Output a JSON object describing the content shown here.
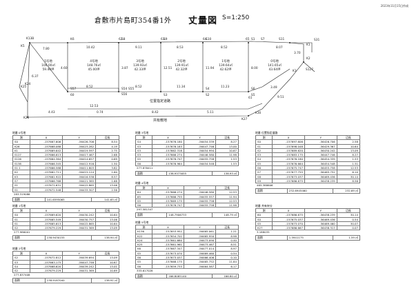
{
  "header": {
    "date_stamp": "2023年11月15日作成",
    "title": "倉敷市片島町354番1外",
    "doc_type": "丈量図",
    "scale": "S=1:250"
  },
  "plan": {
    "lots": [
      {
        "name": "5号地",
        "area": "106.00㎡",
        "area_sq": "59.40坪"
      },
      {
        "name": "4号地",
        "area": "148.76㎡",
        "area_sq": "45.00坪"
      },
      {
        "name": "3号地",
        "area": "139.93㎡",
        "area_sq": "42.33坪"
      },
      {
        "name": "2号地",
        "area": "139.91㎡",
        "area_sq": "42.32坪"
      },
      {
        "name": "1号地",
        "area": "139.64㎡",
        "area_sq": "42.62坪"
      },
      {
        "name": "0号地",
        "area": "141.65㎡",
        "area_sq": "43.64坪"
      }
    ],
    "road_label": "位置指定道路",
    "lower_label": "共有敷地",
    "point_labels": [
      "K13B",
      "K5",
      "K1",
      "K2",
      "K3",
      "K25",
      "K24",
      "K26",
      "K6",
      "K27",
      "K30",
      "S1",
      "S7",
      "S8",
      "S9",
      "S10",
      "S11",
      "S31",
      "S127",
      "S54",
      "S55",
      "S56",
      "S57",
      "S3",
      "S2",
      "S5",
      "S6",
      "S4",
      "62",
      "63",
      "64",
      "65",
      "61",
      "60"
    ],
    "edge_labels": [
      "7.80",
      "10.42",
      "9.11",
      "8.53",
      "8.52",
      "8.52",
      "8.52",
      "11.34",
      "11.23",
      "8.07",
      "3.87",
      "12.51",
      "11.94",
      "8.00",
      "3.70",
      "4.60",
      "6.37",
      "4.43",
      "0.74",
      "8.42",
      "5.11",
      "3.49",
      "9.51",
      "12.53"
    ]
  },
  "tables": [
    {
      "title": "地番 0号地",
      "header": [
        "測",
        "X",
        "Y",
        "辺長"
      ],
      "rows": [
        [
          "S0",
          "-157667.606",
          "-56426.706",
          "8.54"
        ],
        [
          "K26",
          "-157668.088",
          "-56423.282",
          "4.19"
        ],
        [
          "K1",
          "-157669.642",
          "-56419.597",
          "2.75"
        ],
        [
          "S127",
          "-157666.613",
          "-56417.467",
          "2.68"
        ],
        [
          "S126",
          "-157664.364",
          "-56414.657",
          "0.69"
        ],
        [
          "S138",
          "-157666.345",
          "-56412.916",
          "1.50"
        ],
        [
          "S1 1",
          "-157666.588",
          "-56411.803",
          "3.82"
        ],
        [
          "K2",
          "-157662.711",
          "-56415.124",
          "1.60"
        ],
        [
          "K3",
          "-157661.922",
          "-56416.538",
          "8.57"
        ],
        [
          "S7",
          "-157666.768",
          "-56421.385",
          "1.68"
        ],
        [
          "S1",
          "-157671.631",
          "-56422.865",
          "13.06"
        ],
        [
          "S1",
          "-157672.548",
          "-56433.307",
          "2.56"
        ]
      ],
      "sums": [
        "283.319086",
        "141.6595065"
      ],
      "area_label": "面積",
      "area_value": "141.65 ㎡"
    },
    {
      "title": "地番 1号地",
      "header": [
        "測",
        "X",
        "Y",
        "辺長"
      ],
      "rows": [
        [
          "S0",
          "-157669.620",
          "-56430.242",
          "10.64"
        ],
        [
          "S1",
          "-157665.549",
          "-56430.757",
          "13.06"
        ],
        [
          "S1",
          "-157665.613",
          "-56422.865",
          "10.64"
        ],
        [
          "S2",
          "-157679.229",
          "-56431.369",
          "13.09"
        ]
      ],
      "sums": [
        "277.986001",
        "138.9430155"
      ],
      "area_label": "面積",
      "area_value": "138.94 ㎡"
    },
    {
      "title": "地番 2号地",
      "header": [
        "測",
        "X",
        "Y",
        "辺長"
      ],
      "rows": [
        [
          "S2",
          "-157672.812",
          "-56439.694",
          "13.09"
        ],
        [
          "S3",
          "-157663.175",
          "-56447.746",
          "10.67"
        ],
        [
          "S4",
          "-157668.620",
          "-56439.242",
          "13.01"
        ],
        [
          "S2",
          "-157679.229",
          "-56431.369",
          "10.69"
        ]
      ],
      "sums": [
        "277.837408",
        "138.9187040"
      ],
      "area_label": "面積",
      "area_value": "138.91 ㎡"
    },
    {
      "title": "地番 3号地",
      "header": [
        "測",
        "X",
        "Y",
        "辺長"
      ],
      "rows": [
        [
          "S4",
          "-157676.180",
          "-56454.339",
          "8.27"
        ],
        [
          "S3",
          "-157676.183",
          "-56447.746",
          "13.00"
        ],
        [
          "S3",
          "-157662.318",
          "-56454.994",
          "10.67"
        ],
        [
          "S3",
          "-157666.274",
          "-56446.580",
          "11.98"
        ],
        [
          "S5",
          "-157676.747",
          "-56455.758",
          "1.53"
        ],
        [
          "S6",
          "-157676.964",
          "-56454.548",
          "1.53"
        ]
      ],
      "sums": [
        "277.878411",
        "138.9373055"
      ],
      "area_label": "面積",
      "area_value": "138.93 ㎡"
    },
    {
      "title": "地番 4号地",
      "header": [
        "測",
        "X",
        "Y",
        "辺長"
      ],
      "rows": [
        [
          "64",
          "-157666.274",
          "-56446.580",
          "12.53"
        ],
        [
          "65",
          "-157666.755",
          "-56455.557",
          "11.94"
        ],
        [
          "S5",
          "-157669.175",
          "-56455.758",
          "12.53"
        ],
        [
          "S6",
          "-157676.747",
          "-56455.758",
          "11.98"
        ]
      ],
      "sums": [
        "297.581347",
        "148.7906733"
      ],
      "area_label": "面積",
      "area_value": "148.79 ㎡"
    },
    {
      "title": "地番 5号地",
      "header": [
        "測",
        "X",
        "Y",
        "辺長"
      ],
      "rows": [
        [
          "K136",
          "-157653.952",
          "-56465.061",
          "1.21"
        ],
        [
          "K22",
          "-157654.701",
          "-56465.950",
          "8.98"
        ],
        [
          "K24",
          "-157661.680",
          "-56473.090",
          "0.40"
        ],
        [
          "K25",
          "-157661.961",
          "-56473.467",
          "8.51"
        ],
        [
          "K6",
          "-157667.347",
          "-56477.014",
          "8.97"
        ],
        [
          "S5",
          "-157673.070",
          "-56469.460",
          "0.54"
        ],
        [
          "S6",
          "-157673.037",
          "-56466.406",
          "0.10"
        ],
        [
          "S5",
          "-157668.175",
          "-56465.752",
          "11.84"
        ],
        [
          "S6",
          "-157659.733",
          "-56464.587",
          "6.17"
        ]
      ],
      "sums": [
        "333.617028",
        "166.8085140"
      ],
      "area_label": "面積",
      "area_value": "166.80 ㎡"
    },
    {
      "title": "地番 位置指定道路",
      "header": [
        "測",
        "X",
        "Y",
        "辺長"
      ],
      "rows": [
        [
          "S0",
          "-157697.606",
          "-56426.706",
          "2.58"
        ],
        [
          "S1",
          "-157698.048",
          "-56429.367",
          "10.64"
        ],
        [
          "S2",
          "-157689.620",
          "-56430.242",
          "13.09"
        ],
        [
          "S3",
          "-157683.175",
          "-56447.746",
          "8.27"
        ],
        [
          "S4",
          "-157676.180",
          "-56454.339",
          "1.53"
        ],
        [
          "S5",
          "-157676.664",
          "-56454.548",
          "1.51"
        ],
        [
          "S6",
          "-157675.747",
          "-56455.758",
          "12.53"
        ],
        [
          "S7",
          "-157677.755",
          "-56465.752",
          "6.10"
        ],
        [
          "S8",
          "-157673.037",
          "-56469.436",
          "30.14"
        ],
        [
          "S9",
          "-157686.675",
          "-56438.239",
          "8.56"
        ]
      ],
      "sums": [
        "465.388606",
        "232.6945460"
      ],
      "area_label": "面積",
      "area_value": "232.69 ㎡"
    },
    {
      "title": "地番 共有持分",
      "header": [
        "測",
        "X",
        "Y",
        "辺長"
      ],
      "rows": [
        [
          "60",
          "-157686.675",
          "-56438.239",
          "30.14"
        ],
        [
          "S0",
          "-157675.037",
          "-56469.436",
          "0.54"
        ],
        [
          "S5",
          "-157673.070",
          "-56469.460",
          "30.07"
        ],
        [
          "K27",
          "-157686.667",
          "-56438.317",
          "0.07"
        ]
      ],
      "sums": [
        "3.188035",
        "1.5941175"
      ],
      "area_label": "面積",
      "area_value": "1.59 ㎡"
    }
  ]
}
